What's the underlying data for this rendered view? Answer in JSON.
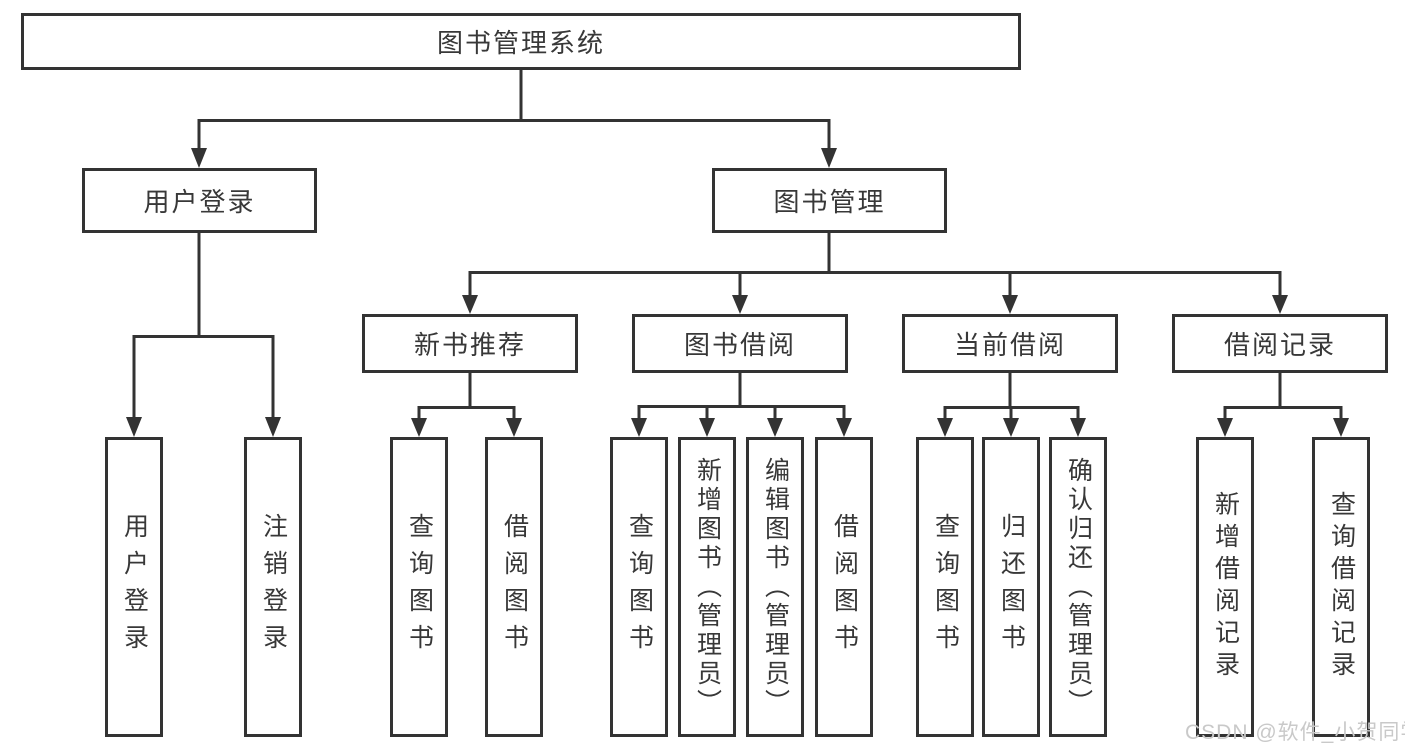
{
  "diagram_title": "图书管理系统",
  "nodes": {
    "root": "图书管理系统",
    "user_login": "用户登录",
    "book_mgmt": "图书管理",
    "new_book_rec": "新书推荐",
    "book_borrow": "图书借阅",
    "current_borrow": "当前借阅",
    "borrow_record": "借阅记录",
    "leaf_user_login": "用户登录",
    "leaf_logout": "注销登录",
    "leaf_query_book_rec": "查询图书",
    "leaf_borrow_book_rec": "借阅图书",
    "leaf_query_book_borrow": "查询图书",
    "leaf_add_book": "新增图书（管理员）",
    "leaf_edit_book": "编辑图书（管理员）",
    "leaf_borrow_book_borrow": "借阅图书",
    "leaf_query_book_current": "查询图书",
    "leaf_return_book": "归还图书",
    "leaf_confirm_return": "确认归还（管理员）",
    "leaf_add_record": "新增借阅记录",
    "leaf_query_record": "查询借阅记录"
  },
  "hierarchy": {
    "图书管理系统": {
      "用户登录": [
        "用户登录",
        "注销登录"
      ],
      "图书管理": {
        "新书推荐": [
          "查询图书",
          "借阅图书"
        ],
        "图书借阅": [
          "查询图书",
          "新增图书（管理员）",
          "编辑图书（管理员）",
          "借阅图书"
        ],
        "当前借阅": [
          "查询图书",
          "归还图书",
          "确认归还（管理员）"
        ],
        "借阅记录": [
          "新增借阅记录",
          "查询借阅记录"
        ]
      }
    }
  },
  "watermark": "CSDN @软件_小贺同学",
  "colors": {
    "line": "#333333",
    "box_border": "#333333",
    "text": "#383838",
    "watermark": "#c9c9c9",
    "background": "#ffffff"
  }
}
